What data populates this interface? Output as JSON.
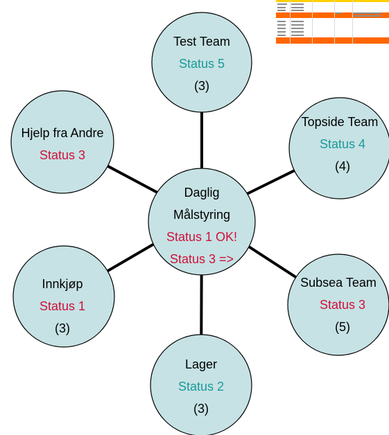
{
  "center": {
    "title_line1": "Daglig",
    "title_line2": "Målstyring",
    "status_line1": "Status 1 OK!",
    "status_line2": "Status 3 =>"
  },
  "nodes": {
    "test_team": {
      "title": "Test Team",
      "status": "Status 5",
      "count": "(3)"
    },
    "topside_team": {
      "title": "Topside Team",
      "status": "Status 4",
      "count": "(4)"
    },
    "subsea_team": {
      "title": "Subsea Team",
      "status": "Status 3",
      "count": "(5)"
    },
    "lager": {
      "title": "Lager",
      "status": "Status 2",
      "count": "(3)"
    },
    "innkjop": {
      "title": "Innkjøp",
      "status": "Status 1",
      "count": "(3)"
    },
    "hjelp_fra_andre": {
      "title": "Hjelp fra Andre",
      "status": "Status 3"
    }
  },
  "colors": {
    "node_fill": "#c6e2e4",
    "status_teal": "#1a9a9a",
    "status_red": "#d0103a",
    "sheet_orange": "#ff6600",
    "sheet_yellow": "#ffd000"
  }
}
